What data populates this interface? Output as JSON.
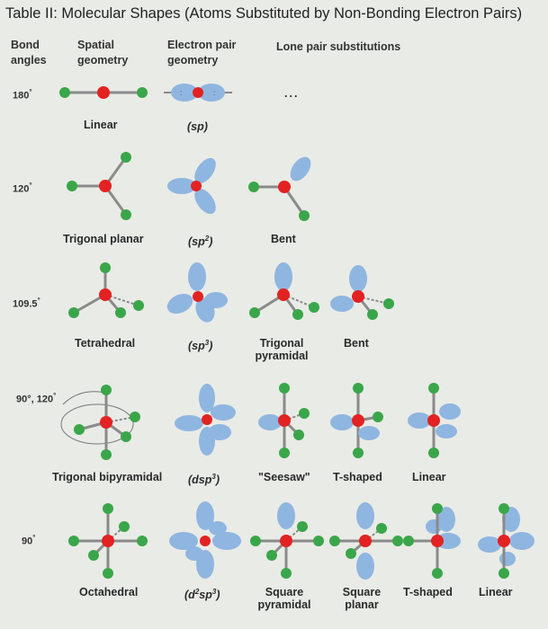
{
  "title": "Table II: Molecular Shapes (Atoms Substituted by Non-Bonding Electron Pairs)",
  "headers": {
    "bond_angles_1": "Bond",
    "bond_angles_2": "angles",
    "spatial_1": "Spatial",
    "spatial_2": "geometry",
    "electron_1": "Electron pair",
    "electron_2": "geometry",
    "lone_pair": "Lone pair substitutions"
  },
  "rows": {
    "r180": {
      "angle": "180",
      "spatial": "Linear",
      "electron": "(sp)",
      "lone_pair_placeholder": "..."
    },
    "r120": {
      "angle": "120",
      "spatial": "Trigonal planar",
      "electron": "(sp",
      "electron_sup": "2",
      "subs": [
        "Bent"
      ]
    },
    "r109": {
      "angle": "109.5",
      "spatial": "Tetrahedral",
      "electron": "(sp",
      "electron_sup": "3",
      "subs": [
        "Trigonal pyramidal",
        "Bent"
      ]
    },
    "r90_120": {
      "angle": "90°, 120",
      "spatial": "Trigonal bipyramidal",
      "electron": "(dsp",
      "electron_sup": "3",
      "subs": [
        "\"Seesaw\"",
        "T-shaped",
        "Linear"
      ]
    },
    "r90": {
      "angle": "90",
      "spatial": "Octahedral",
      "electron": "(d",
      "electron_sup_1": "2",
      "electron_mid": "sp",
      "electron_sup": "3",
      "subs": [
        "Square pyramidal",
        "Square planar",
        "T-shaped",
        "Linear"
      ]
    }
  },
  "colors": {
    "central_atom": "#e32222",
    "bonded_atom": "#3aa64a",
    "lone_pair_lobe": "#8fb6e0",
    "background": "#e9ebe6"
  }
}
